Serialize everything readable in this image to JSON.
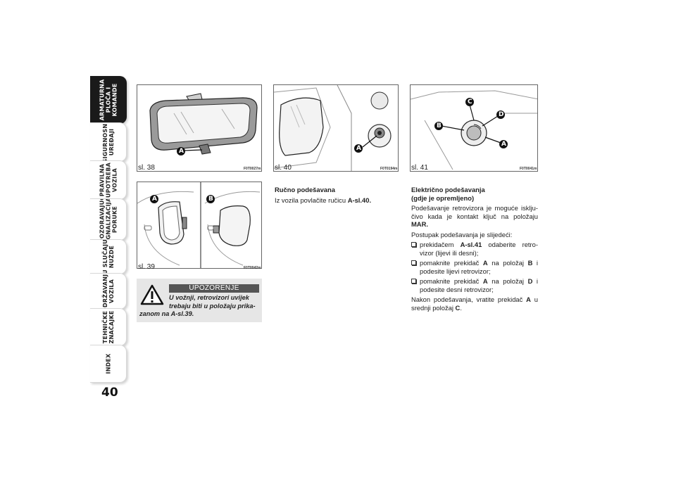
{
  "sidebar": {
    "tabs": [
      {
        "label": "ARMATURNA\nPLOČA I\nKOMANDE",
        "active": true
      },
      {
        "label": "SIGURNOSNI\nUREĐAJI",
        "active": false
      },
      {
        "label": "PRAVILNA\nUPOTREBA\nVOZILA",
        "active": false
      },
      {
        "label": "UPOZORAVAJUĆA\nSIGNALIZACIJA I\nPORUKE",
        "active": false
      },
      {
        "label": "U SLUČAJU\nNUŽDE",
        "active": false
      },
      {
        "label": "ODRŽAVANJE\nVOZILA",
        "active": false
      },
      {
        "label": "TEHNIČKE\nZNAČAJKE",
        "active": false
      },
      {
        "label": "INDEX",
        "active": false
      }
    ],
    "page_number": "40"
  },
  "figures": [
    {
      "caption": "sl. 38",
      "code": "F0T0027m",
      "callouts": [
        "A"
      ]
    },
    {
      "caption": "sl. 39",
      "code": "F0T0042m",
      "callouts": [
        "A",
        "B"
      ]
    },
    {
      "caption": "sl. 40",
      "code": "F0T0194m",
      "callouts": [
        "A"
      ]
    },
    {
      "caption": "sl. 41",
      "code": "F0T0041m",
      "callouts": [
        "A",
        "B",
        "C",
        "D"
      ]
    }
  ],
  "warning": {
    "title": "UPOZORENJE",
    "text_line1": "U vožnji, retrovizori uvijek",
    "text_line2": "trebaju biti u položaju prika-",
    "text_line3": "zanom na A-sl.39."
  },
  "manual": {
    "heading": "Ručno podešavana",
    "text": "Iz vozila povlačite ručicu ",
    "ref": "A-sl.40."
  },
  "electric": {
    "heading_line1": "Električno podešavanja",
    "heading_line2": "(gdje je opremljeno)",
    "intro": "Podešavanje retrovizora je moguće isklju-čivo kada je kontakt ključ na položaju ",
    "intro_bold": "MAR.",
    "steps_intro": "Postupak podešavanja je slijedeći:",
    "steps": [
      {
        "pre": "prekidačem ",
        "bold": "A-sl.41",
        "post": " odaberite retro-vizor (lijevi ili desni);"
      },
      {
        "pre": "pomaknite prekidač ",
        "bold": "A",
        "mid": " na položaj ",
        "bold2": "B",
        "post": " i podesite lijevi retrovizor;"
      },
      {
        "pre": "pomaknite prekidač ",
        "bold": "A",
        "mid": " na položaj ",
        "bold2": "D",
        "post": " i podesite desni retrovizor;"
      }
    ],
    "outro_pre": "Nakon podešavanja, vratite prekidač ",
    "outro_bold1": "A",
    "outro_mid": " u srednji položaj ",
    "outro_bold2": "C",
    "outro_end": "."
  },
  "colors": {
    "tab_active": "#1a1a1a",
    "warning_bg": "#e6e6e6",
    "warning_head": "#555555"
  }
}
